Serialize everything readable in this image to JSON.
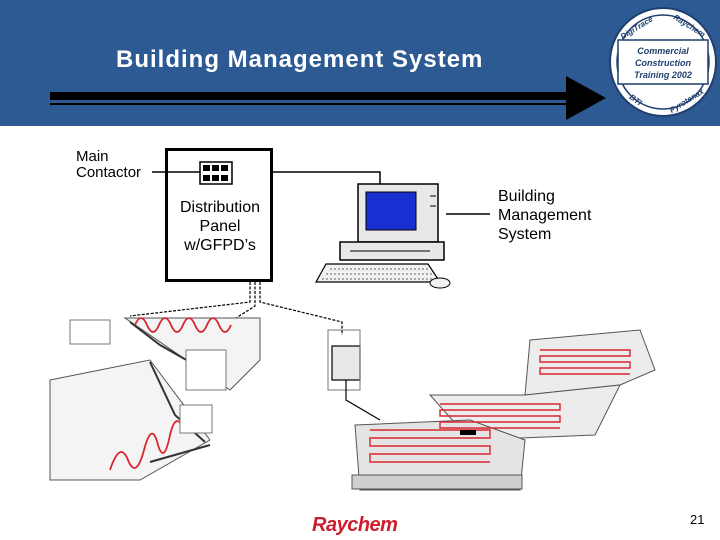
{
  "slide": {
    "title": "Building Management System",
    "page_number": "21"
  },
  "labels": {
    "main_contactor_line1": "Main",
    "main_contactor_line2": "Contactor",
    "distribution_line1": "Distribution",
    "distribution_line2": "Panel",
    "distribution_line3": "w/GFPD’s",
    "bms_line1": "Building",
    "bms_line2": "Management",
    "bms_line3": "System"
  },
  "seal": {
    "top_left": "DigiTrace",
    "top_right": "Raychem",
    "bottom_left": "BTI",
    "bottom_right": "Pyrotenax",
    "center_line1": "Commercial",
    "center_line2": "Construction",
    "center_line3": "Training 2002"
  },
  "footer": {
    "logo_text": "Raychem"
  },
  "colors": {
    "header_blue": "#2d5a92",
    "cable_red": "#d8262e",
    "logo_red": "#cc1f2e",
    "monitor_blue": "#1a2fd1"
  }
}
